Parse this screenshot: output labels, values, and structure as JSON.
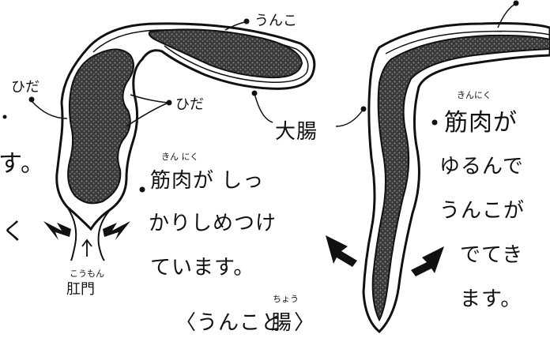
{
  "labels": {
    "unko_top": "うんこ",
    "hida_left": "ひだ",
    "hida_mid": "ひだ",
    "daicho": "大腸",
    "left_edge_1": "す。",
    "left_edge_2": "く",
    "koumon_ruby": "こうもん",
    "koumon": "肛門",
    "mid_ruby": "きん にく",
    "mid_line1": "筋肉が しっ",
    "mid_line2": "かりしめつけ",
    "mid_line3": "ています。",
    "right_ruby": "きんにく",
    "right_line1": "筋肉が",
    "right_line2": "ゆるんで",
    "right_line3": "うんこが",
    "right_line4": "でてき",
    "right_line5": "ます。",
    "title_open": "〈うんこと",
    "title_ruby": "ちょう",
    "title_kanji": "腸",
    "title_close": "〉"
  },
  "colors": {
    "ink": "#111111",
    "stool_fill": "#4a4a4a",
    "background": "#ffffff"
  }
}
